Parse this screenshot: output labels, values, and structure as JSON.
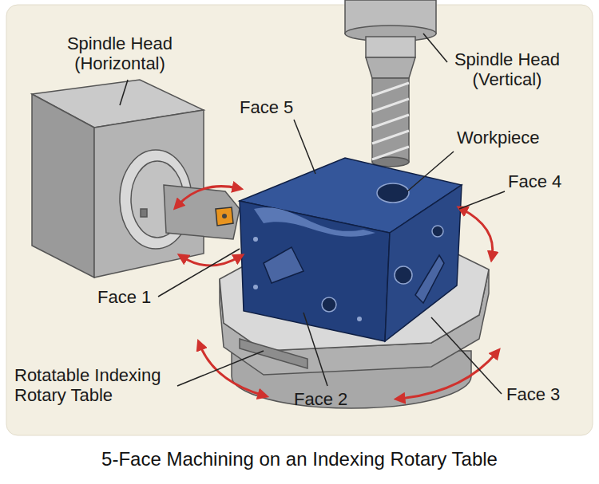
{
  "diagram": {
    "caption": "5-Face Machining on an Indexing Rotary Table",
    "labels": [
      "Spindle Head (Horizontal)",
      "Spindle Head (Vertical)",
      "Face 5",
      "Workpiece",
      "Face 4",
      "Face 1",
      "Face 2",
      "Face 3",
      "Rotatable Indexing Rotary Table"
    ]
  }
}
